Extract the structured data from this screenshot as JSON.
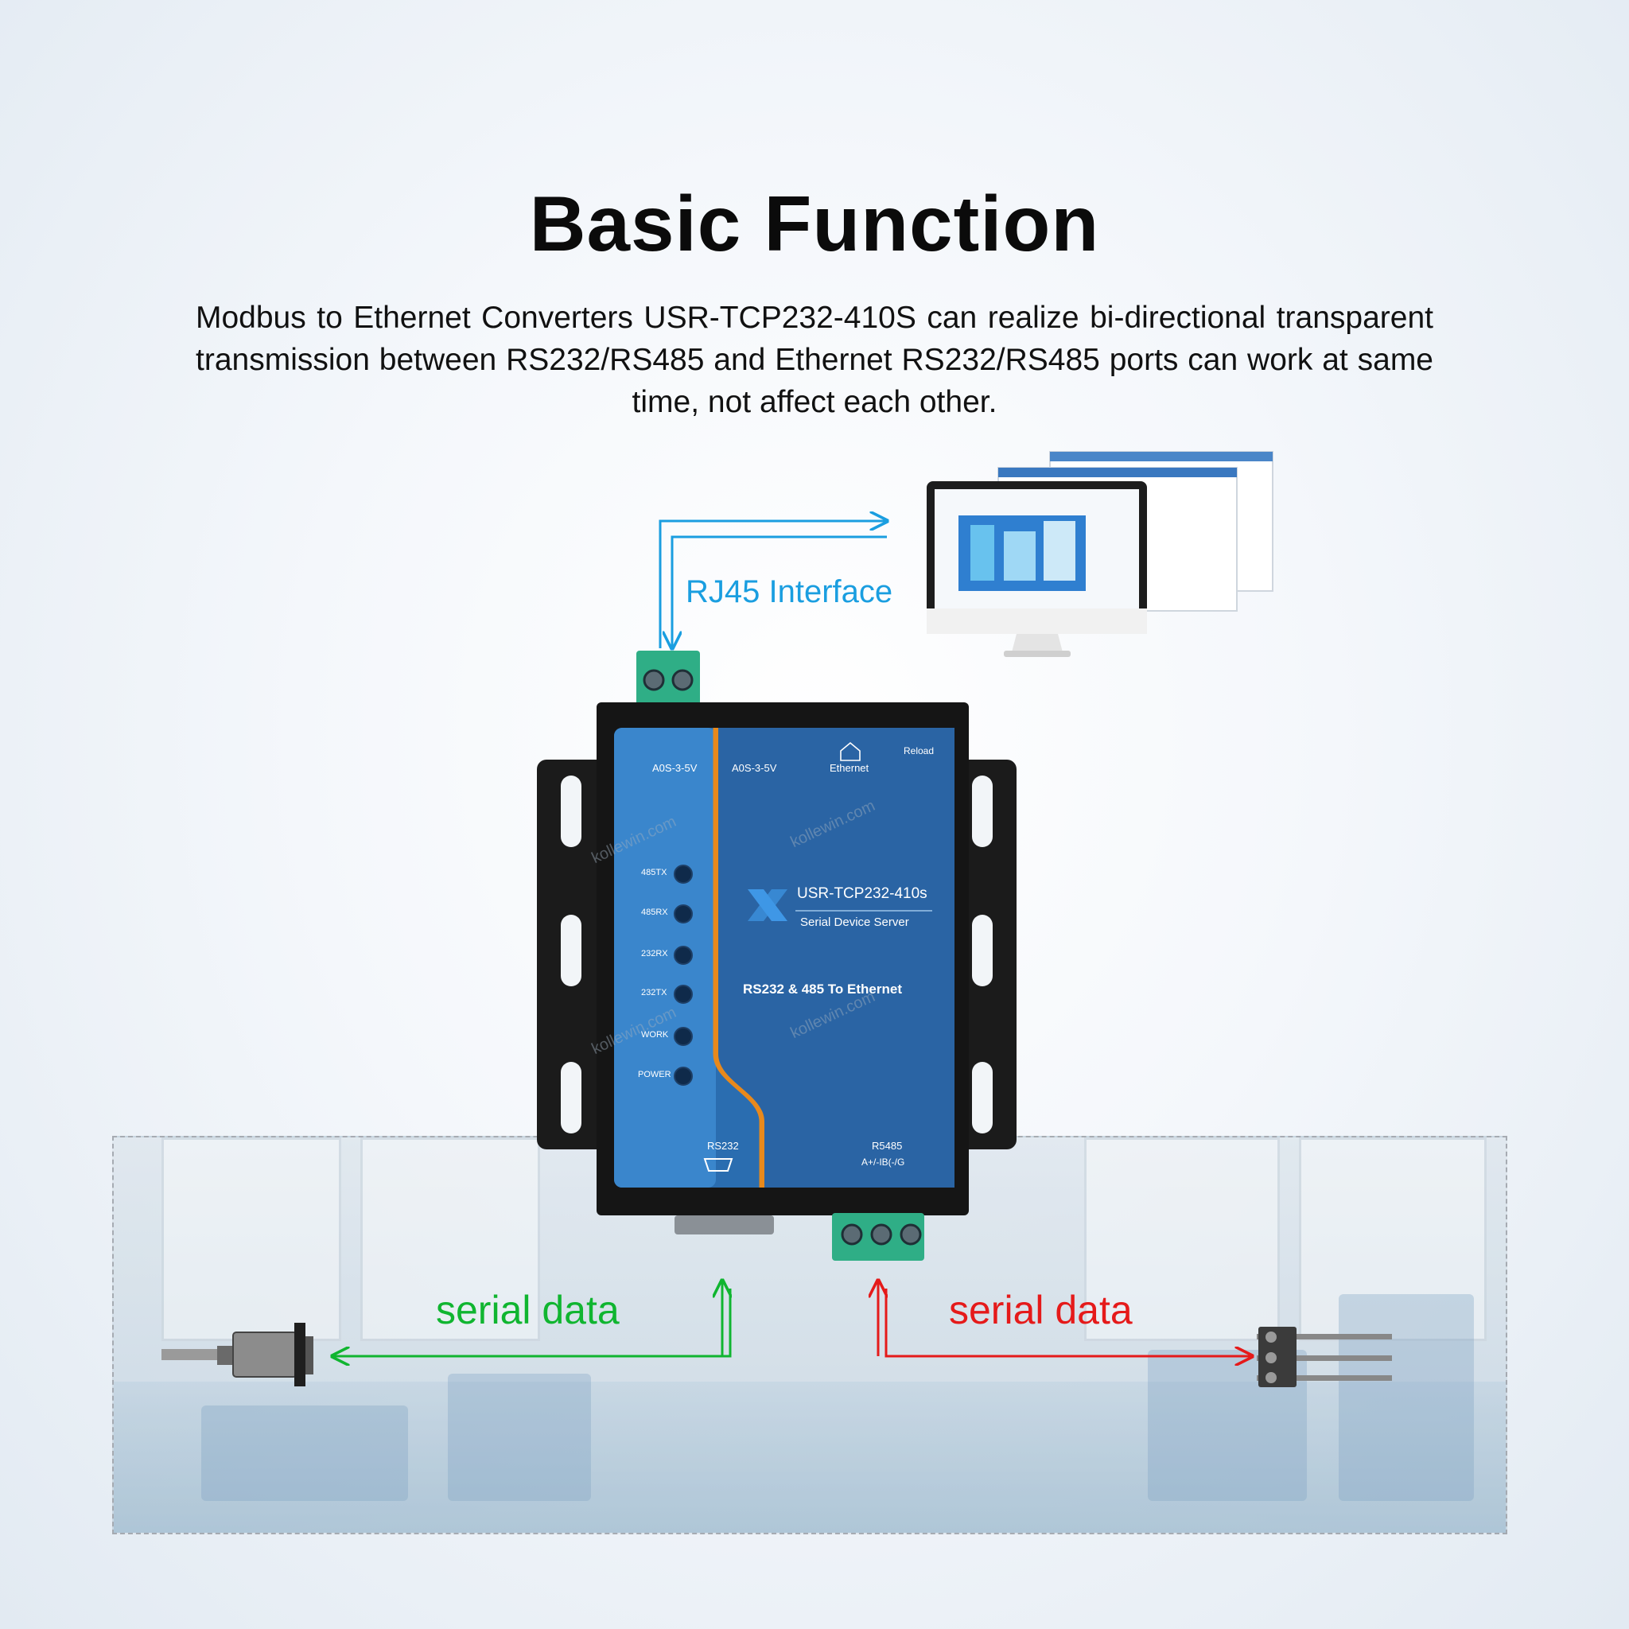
{
  "title": "Basic Function",
  "description": "Modbus to Ethernet Converters USR-TCP232-410S can realize bi-directional transparent transmission between RS232/RS485 and Ethernet RS232/RS485 ports can work at same time, not affect each other.",
  "labels": {
    "rj45": "RJ45 Interface",
    "serial_left": "serial data",
    "serial_right": "serial data"
  },
  "device": {
    "model": "USR-TCP232-410s",
    "subtitle": "Serial Device Server",
    "tagline": "RS232 & 485  To Ethernet",
    "power_left": "A0S-3-5V",
    "power_right": "A0S-3-5V",
    "ethernet": "Ethernet",
    "reload": "Reload",
    "rs232": "RS232",
    "rs485": "R5485",
    "rs485_pins": "A+/-IB(-/G",
    "leds": [
      "485TX",
      "485RX",
      "232RX",
      "232TX",
      "WORK",
      "POWER"
    ]
  },
  "watermark": "kollewin.com",
  "colors": {
    "rj45_arrow": "#1a9ee0",
    "rs232_arrow": "#10b530",
    "rs485_arrow": "#e51a1a",
    "device_blue": "#2a6db0",
    "device_stripe": "#e8891c",
    "terminal_green": "#2fae86"
  }
}
